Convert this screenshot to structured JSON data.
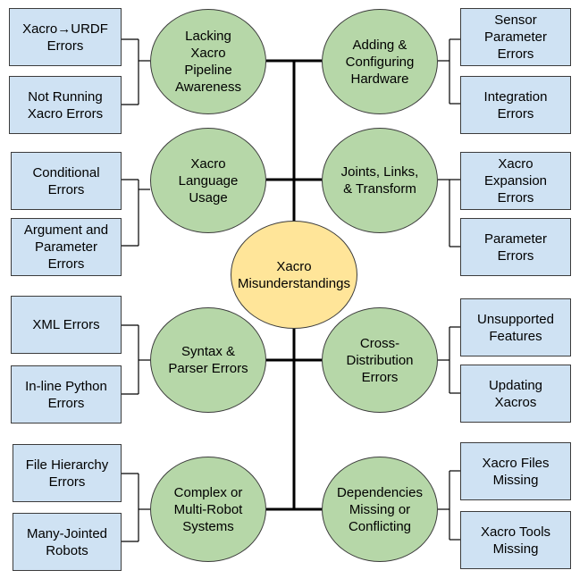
{
  "root": "Xacro\nMisunderstandings",
  "left": [
    {
      "category": "Lacking\nXacro\nPipeline\nAwareness",
      "leaves": [
        "Xacro→URDF\nErrors",
        "Not Running\nXacro Errors"
      ]
    },
    {
      "category": "Xacro\nLanguage\nUsage",
      "leaves": [
        "Conditional\nErrors",
        "Argument and\nParameter\nErrors"
      ]
    },
    {
      "category": "Syntax &\nParser Errors",
      "leaves": [
        "XML Errors",
        "In-line Python\nErrors"
      ]
    },
    {
      "category": "Complex or\nMulti-Robot\nSystems",
      "leaves": [
        "File Hierarchy\nErrors",
        "Many-Jointed\nRobots"
      ]
    }
  ],
  "right": [
    {
      "category": "Adding &\nConfiguring\nHardware",
      "leaves": [
        "Sensor\nParameter\nErrors",
        "Integration\nErrors"
      ]
    },
    {
      "category": "Joints, Links,\n& Transform",
      "leaves": [
        "Xacro\nExpansion\nErrors",
        "Parameter\nErrors"
      ]
    },
    {
      "category": "Cross-\nDistribution\nErrors",
      "leaves": [
        "Unsupported\nFeatures",
        "Updating\nXacros"
      ]
    },
    {
      "category": "Dependencies\nMissing or\nConflicting",
      "leaves": [
        "Xacro Files\nMissing",
        "Xacro Tools\nMissing"
      ]
    }
  ]
}
